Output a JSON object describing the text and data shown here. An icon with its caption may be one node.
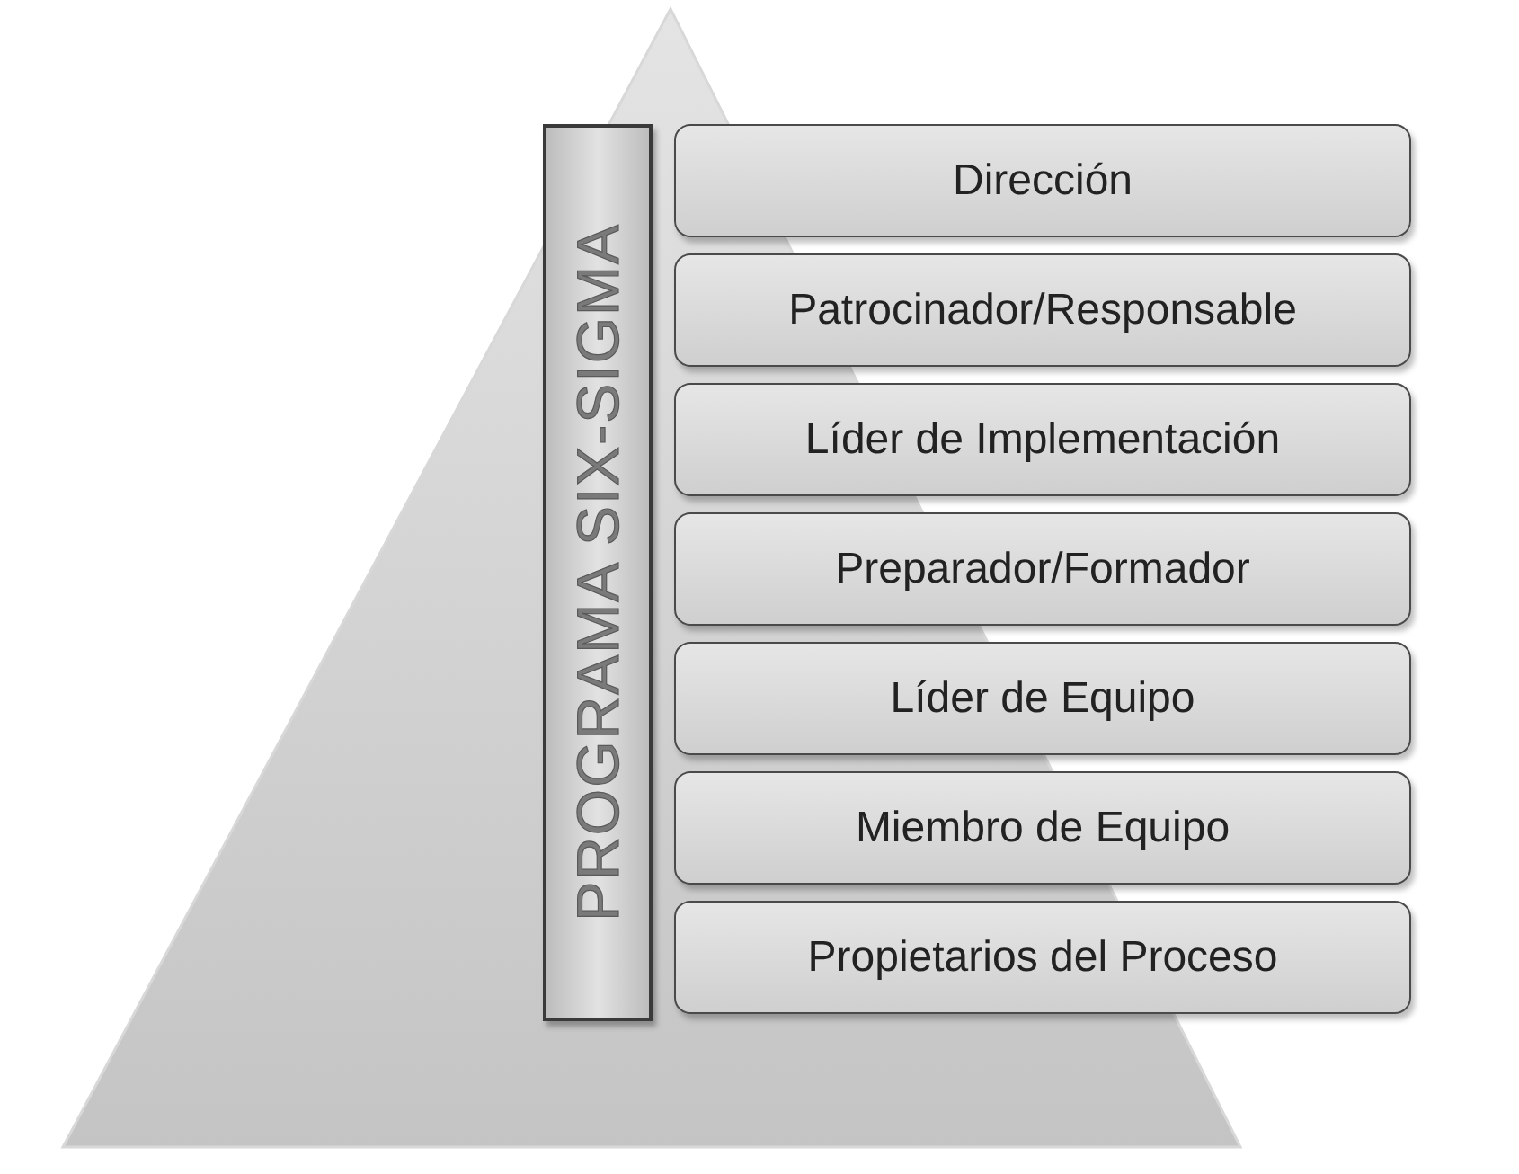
{
  "diagram": {
    "nodes": [
      {
        "text": [
          "PROGRAMA SIX-SIGMA"
        ]
      },
      {
        "text": [
          "Dirección"
        ]
      },
      {
        "text": [
          "Patrocinador/Responsable"
        ]
      },
      {
        "text": [
          "Líder de Implementación"
        ]
      },
      {
        "text": [
          "Preparador/Formador"
        ]
      },
      {
        "text": [
          "Líder de Equipo"
        ]
      },
      {
        "text": [
          "Miembro de Equipo"
        ]
      },
      {
        "text": [
          "Propietarios del Proceso"
        ]
      }
    ]
  }
}
